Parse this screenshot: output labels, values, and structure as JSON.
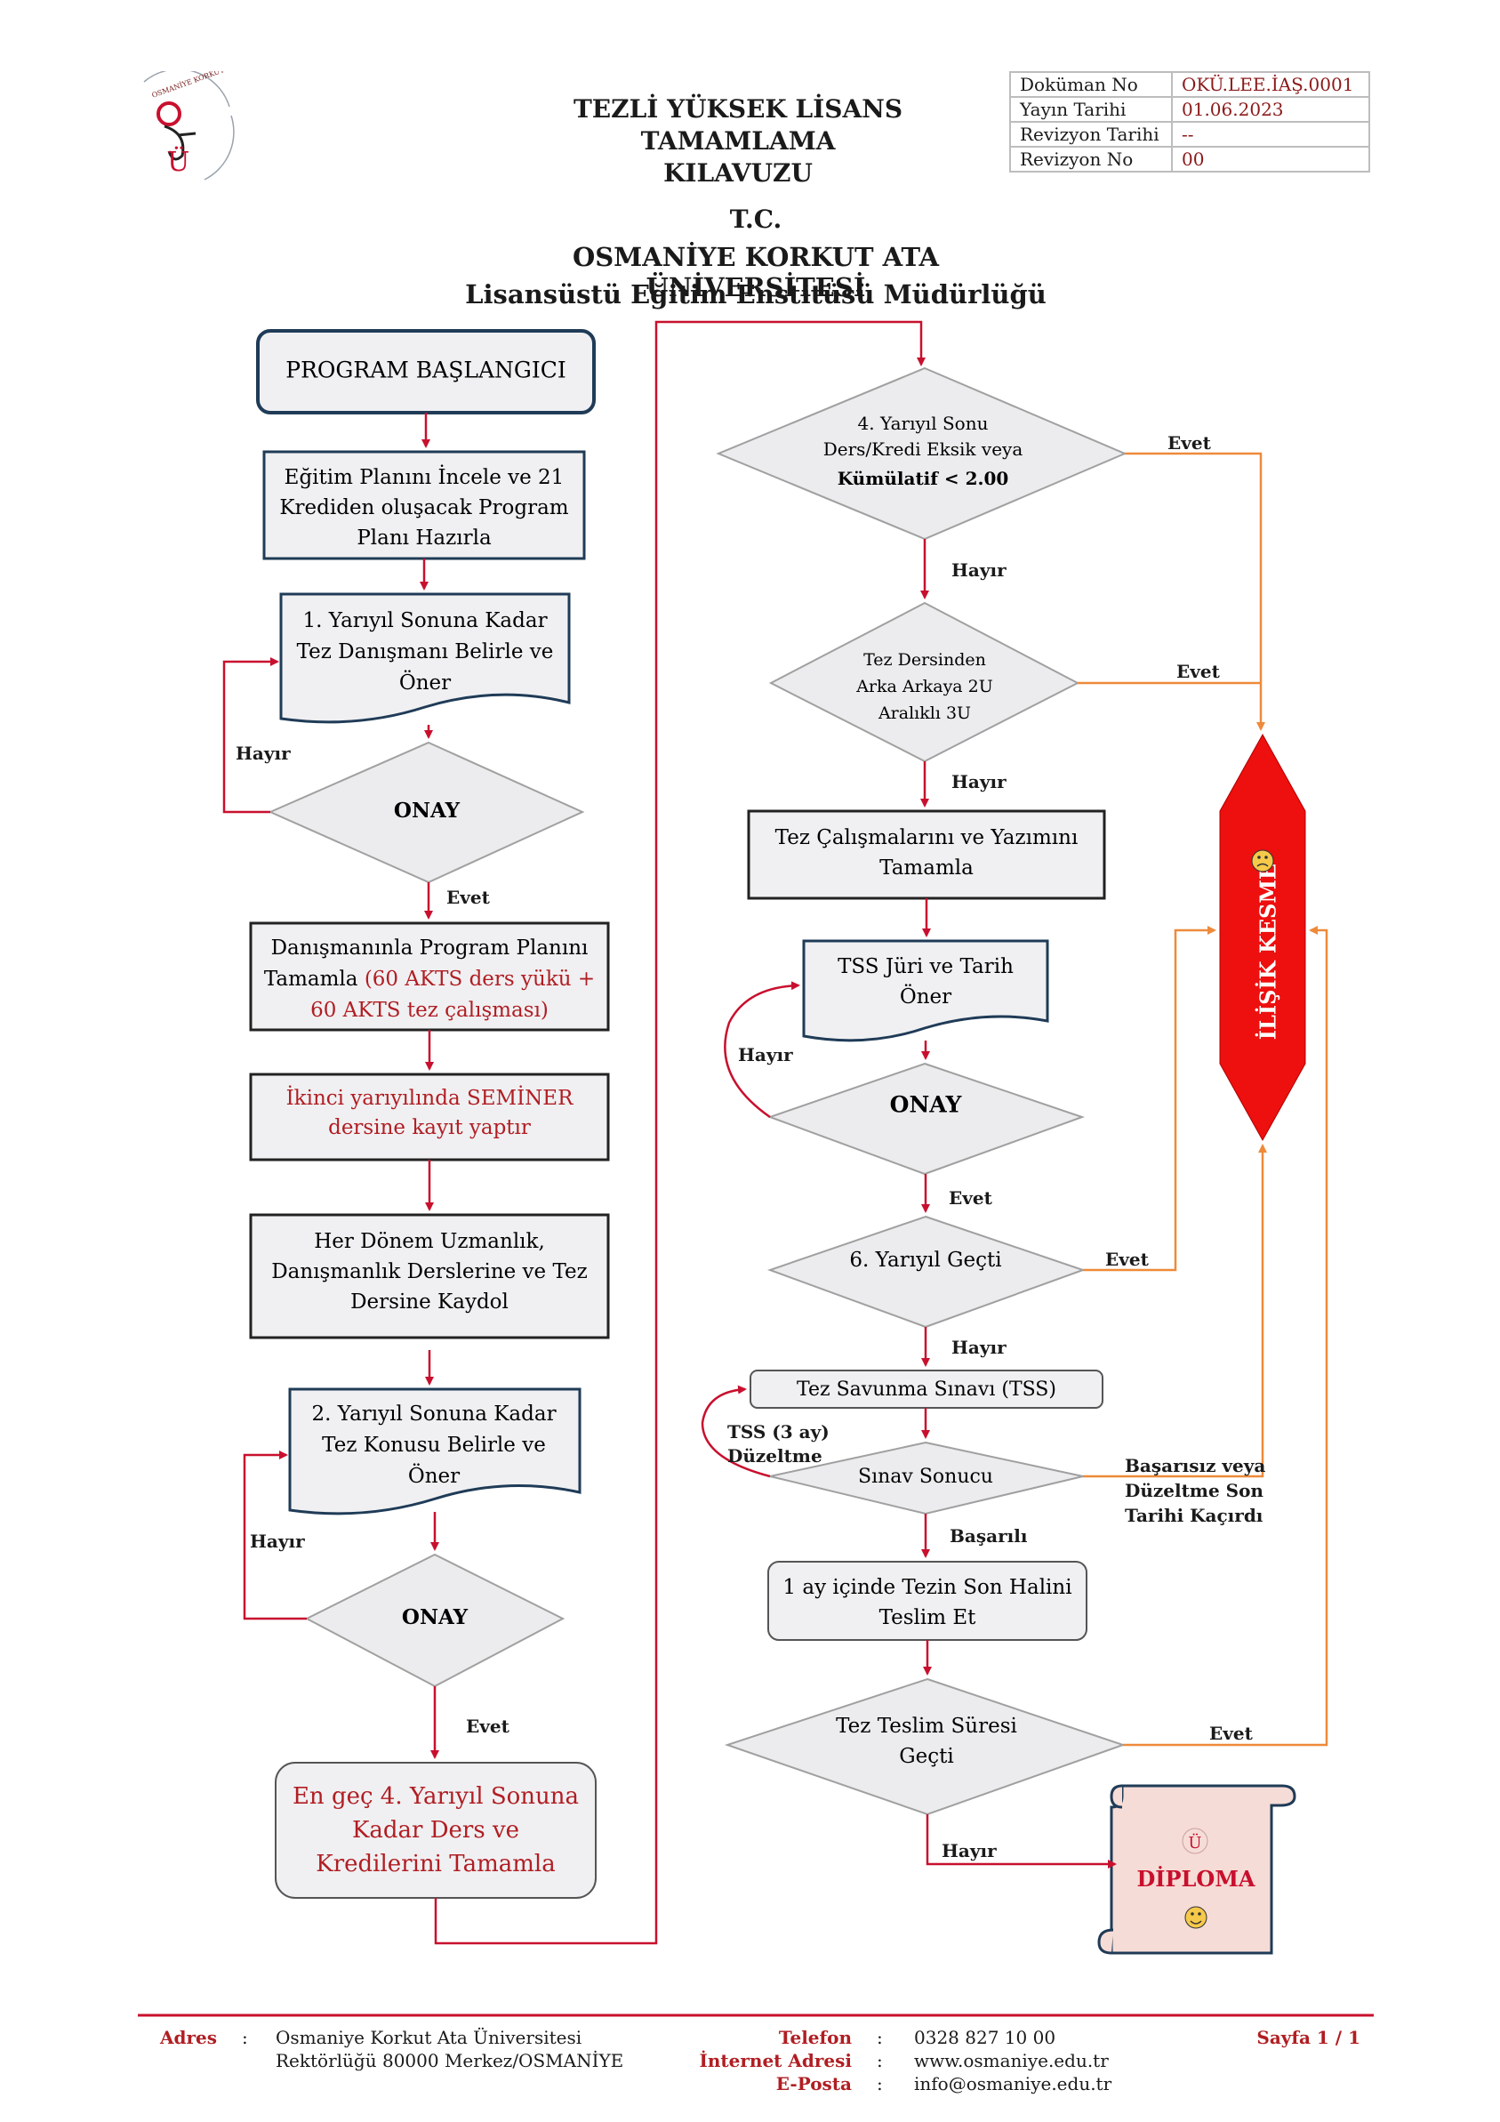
{
  "header": {
    "logo_text": "OSMANİYE KORKUT ATA ÜNİVERSİTESİ",
    "title_line1": "TEZLİ YÜKSEK LİSANS TAMAMLAMA",
    "title_line2": "KILAVUZU",
    "doc_table": [
      {
        "key": "Doküman No",
        "value": "OKÜ.LEE.İAŞ.0001"
      },
      {
        "key": "Yayın Tarihi",
        "value": "01.06.2023"
      },
      {
        "key": "Revizyon Tarihi",
        "value": "--"
      },
      {
        "key": "Revizyon No",
        "value": "00"
      }
    ]
  },
  "institution": {
    "line1": "T.C.",
    "line2": "OSMANİYE KORKUT ATA ÜNİVERSİTESİ",
    "line3": "Lisansüstü Eğitim Enstitüsü Müdürlüğü"
  },
  "left_column": {
    "start": "PROGRAM BAŞLANGICI",
    "step1": [
      "Eğitim Planını İncele ve 21",
      "Krediden oluşacak Program",
      "Planı Hazırla"
    ],
    "step2": [
      "1. Yarıyıl Sonuna Kadar",
      "Tez Danışmanı Belirle ve",
      "Öner"
    ],
    "approval1": "ONAY",
    "step3": [
      "Danışmanınla Program Planını",
      "Tamamla ",
      "(60 AKTS ders yükü +",
      "60 AKTS tez çalışması)"
    ],
    "step4": [
      "İkinci yarıyılında SEMİNER",
      "dersine kayıt yaptır"
    ],
    "step5": [
      "Her Dönem Uzmanlık,",
      "Danışmanlık Derslerine ve Tez",
      "Dersine Kaydol"
    ],
    "step6": [
      "2. Yarıyıl Sonuna Kadar",
      "Tez Konusu Belirle ve",
      "Öner"
    ],
    "approval2": "ONAY",
    "step7": [
      "En geç 4. Yarıyıl Sonuna",
      "Kadar Ders ve",
      "Kredilerini Tamamla"
    ]
  },
  "right_column": {
    "decision1": [
      "4. Yarıyıl Sonu",
      "Ders/Kredi Eksik veya",
      "Kümülatif < 2.00"
    ],
    "decision2": [
      "Tez Dersinden",
      "Arka Arkaya 2U",
      "Aralıklı 3U"
    ],
    "step8": [
      "Tez Çalışmalarını ve Yazımını",
      "Tamamla"
    ],
    "step9": [
      "TSS Jüri ve Tarih",
      "Öner"
    ],
    "approval3": "ONAY",
    "decision3": "6. Yarıyıl Geçti",
    "step10": "Tez Savunma Sınavı (TSS)",
    "decision4": "Sınav Sonucu",
    "step11": [
      "1 ay içinde Tezin Son Halini",
      "Teslim Et"
    ],
    "decision5": [
      "Tez Teslim Süresi",
      "Geçti"
    ],
    "terminate": "İLİŞİK KESME",
    "diploma": "DİPLOMA"
  },
  "edge_labels": {
    "yes": "Evet",
    "no": "Hayır",
    "success": "Başarılı",
    "tss_fix": [
      "TSS (3 ay)",
      "Düzeltme"
    ],
    "fail": [
      "Başarısız veya",
      "Düzeltme Son",
      "Tarihi Kaçırdı"
    ]
  },
  "footer": {
    "address_label": "Adres",
    "address_line1": "Osmaniye Korkut Ata Üniversitesi",
    "address_line2": "Rektörlüğü 80000 Merkez/OSMANİYE",
    "phone_label": "Telefon",
    "phone": "0328 827 10 00",
    "web_label": "İnternet Adresi",
    "web": "www.osmaniye.edu.tr",
    "email_label": "E-Posta",
    "email": "info@osmaniye.edu.tr",
    "page": "Sayfa 1 / 1"
  },
  "colors": {
    "red": "#c8102e",
    "dark_red": "#9e1b1b",
    "orange": "#ee8a3a",
    "box_fill": "#f0f0f2",
    "box_border": "#1f3b57",
    "terminate_fill": "#ee0f0f",
    "diploma_fill": "#f6dcd6"
  },
  "icons": [
    "sad-face-icon",
    "smile-face-icon",
    "university-logo"
  ]
}
